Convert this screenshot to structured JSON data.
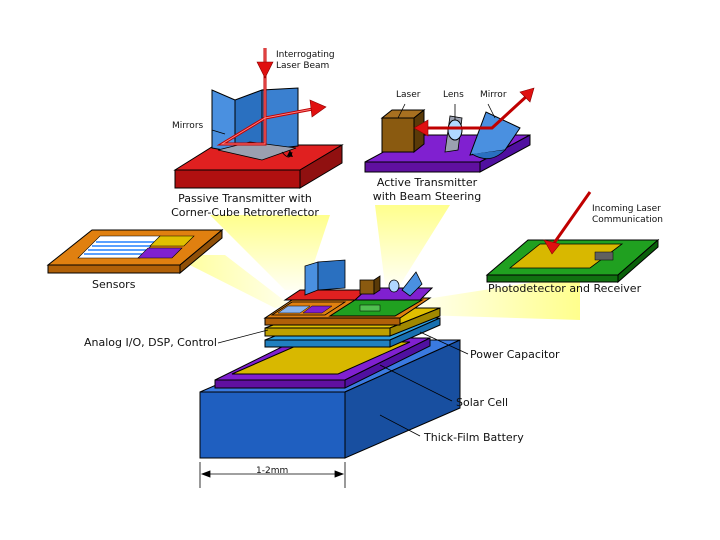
{
  "labels": {
    "interrogating_1": "Interrogating",
    "interrogating_2": "Laser Beam",
    "mirrors": "Mirrors",
    "passive_1": "Passive Transmitter with",
    "passive_2": "Corner-Cube Retroreflector",
    "laser": "Laser",
    "lens": "Lens",
    "mirror": "Mirror",
    "active_1": "Active Transmitter",
    "active_2": "with Beam Steering",
    "incoming_1": "Incoming Laser",
    "incoming_2": "Communication",
    "sensors": "Sensors",
    "photodetector": "Photodetector and Receiver",
    "analog": "Analog I/O, DSP, Control",
    "power_capacitor": "Power Capacitor",
    "solar_cell": "Solar Cell",
    "battery": "Thick-Film Battery",
    "dimension": "1-2mm"
  },
  "colors": {
    "laser_beam": "#e01010",
    "battery": "#1f5fc0",
    "solar_cell": "#d8b800",
    "power_capacitor": "#30a0e0",
    "analog_layer": "#e0c000",
    "passive_platform": "#e02020",
    "active_platform": "#8020d0",
    "sensor_platform": "#e08010",
    "photodetector_platform": "#20a020",
    "laser_box": "#8a5a10",
    "mirror_blue": "#4a90e0"
  }
}
